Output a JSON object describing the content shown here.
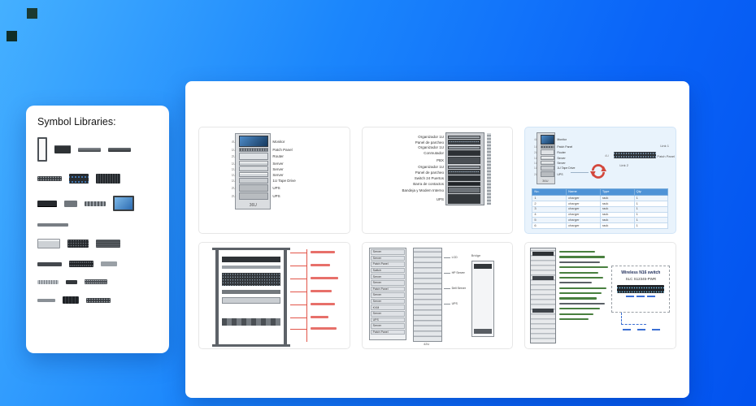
{
  "colors": {
    "bg_from": "#45b0ff",
    "bg_to": "#0252ee",
    "panel_white": "#ffffff",
    "accent_red": "#d3473c",
    "table_header_blue": "#4f93d6",
    "card_network_bg": "#e9f3fc",
    "annotation_red": "#e25549",
    "note_green": "#49803f",
    "link_blue": "#3b6fd4",
    "corner_artifact_1": "#1b3a32",
    "corner_artifact_2": "#102e28"
  },
  "symbol_panel": {
    "title": "Symbol Libraries:",
    "rows": [
      [
        {
          "type": "rack-frame"
        },
        {
          "type": "server-sm"
        },
        {
          "type": "shelf-a"
        },
        {
          "type": "shelf-b"
        }
      ],
      [
        {
          "type": "patch-panel"
        },
        {
          "type": "switch"
        },
        {
          "type": "blade-server"
        }
      ],
      [
        {
          "type": "server-1u"
        },
        {
          "type": "kvm"
        },
        {
          "type": "cable-organizer"
        },
        {
          "type": "monitor"
        }
      ],
      [
        {
          "type": "rail-long"
        }
      ],
      [
        {
          "type": "server-2u"
        },
        {
          "type": "pdu"
        },
        {
          "type": "vented-panel"
        }
      ],
      [
        {
          "type": "patch-thin"
        },
        {
          "type": "switch-wide"
        },
        {
          "type": "blank-panel"
        }
      ],
      [
        {
          "type": "cable-tray"
        },
        {
          "type": "power-strip"
        },
        {
          "type": "perforated-panel"
        }
      ],
      [
        {
          "type": "rail-thin"
        },
        {
          "type": "tape-library"
        },
        {
          "type": "patch-panel"
        }
      ]
    ]
  },
  "cards": {
    "rack_basic": {
      "caption": "36U",
      "devices": [
        {
          "u": "4U",
          "label": "Monitor",
          "kind": "monitor"
        },
        {
          "u": "1U",
          "label": "Patch Panel",
          "kind": "patch"
        },
        {
          "u": "2U",
          "label": "Router",
          "kind": "router"
        },
        {
          "u": "1U",
          "label": "Server",
          "kind": "server"
        },
        {
          "u": "1U",
          "label": "Server",
          "kind": "server"
        },
        {
          "u": "1U",
          "label": "Server",
          "kind": "server"
        },
        {
          "u": "1U",
          "label": "1U Tape Drive",
          "kind": "tape"
        },
        {
          "u": "2U",
          "label": "UPS",
          "kind": "ups"
        },
        {
          "u": "2U",
          "label": "UPS",
          "kind": "ups"
        }
      ]
    },
    "rack_spanish": {
      "devices": [
        {
          "label": "Organizador 1U",
          "kind": "organizer"
        },
        {
          "label": "Panel de parcheo",
          "kind": "patch"
        },
        {
          "label": "Organizador 1U",
          "kind": "organizer"
        },
        {
          "label": "Conmutador",
          "kind": "switch"
        },
        {
          "label": "PBX",
          "kind": "server"
        },
        {
          "label": "Organizador 1U",
          "kind": "organizer"
        },
        {
          "label": "Panel de parcheo",
          "kind": "patch"
        },
        {
          "label": "Switch 24 Puertos",
          "kind": "switch"
        },
        {
          "label": "Barra de contactos",
          "kind": "pdu"
        },
        {
          "label": "Bandeja y Modem Interno",
          "kind": "shelf"
        },
        {
          "label": "UPS",
          "kind": "ups"
        }
      ]
    },
    "rack_network": {
      "rack_caption": "36U",
      "link1": "Link 1",
      "link2": "Link 2",
      "patch_label": "Patch Panel",
      "panel_u": "4U",
      "devices": [
        {
          "u": "4U",
          "label": "Monitor",
          "kind": "monitor"
        },
        {
          "u": "1U",
          "label": "Patch Panel",
          "kind": "patch"
        },
        {
          "u": "2U",
          "label": "Router",
          "kind": "router"
        },
        {
          "u": "1U",
          "label": "Server",
          "kind": "server"
        },
        {
          "u": "1U",
          "label": "Server",
          "kind": "server"
        },
        {
          "u": "1U",
          "label": "1U Tape Drive",
          "kind": "tape"
        },
        {
          "u": "2U",
          "label": "UPS",
          "kind": "ups"
        }
      ],
      "table": {
        "headers": [
          "No.",
          "Name",
          "Type",
          "Qty"
        ],
        "rows": [
          [
            "1",
            "charger",
            "rack",
            "1"
          ],
          [
            "2",
            "charger",
            "rack",
            "1"
          ],
          [
            "3",
            "charger",
            "rack",
            "1"
          ],
          [
            "4",
            "charger",
            "rack",
            "1"
          ],
          [
            "5",
            "charger",
            "rack",
            "1"
          ],
          [
            "6",
            "charger",
            "rack",
            "1"
          ]
        ]
      }
    },
    "rack_multi": {
      "rackA_labels": [
        {
          "label": "Server"
        },
        {
          "label": "Server"
        },
        {
          "label": "Patch Panel"
        },
        {
          "label": "Switch"
        },
        {
          "label": "Server"
        },
        {
          "label": "Server"
        },
        {
          "label": "Patch Panel"
        },
        {
          "label": "Server"
        },
        {
          "label": "Server"
        },
        {
          "label": "KVM"
        },
        {
          "label": "Server"
        },
        {
          "label": "UPS"
        },
        {
          "label": "Server"
        },
        {
          "label": "Patch Panel"
        }
      ],
      "rackB_labels": [
        {
          "label": "LCD"
        },
        {
          "label": "HP Server"
        },
        {
          "label": "Dell Server"
        },
        {
          "label": "UPS"
        }
      ],
      "rackC_label": "Bridge",
      "caption": "42U"
    },
    "rack_wireless": {
      "annotation_title": "Wireless N16 switch",
      "annotation_subtitle": "SLC S12345-PWR"
    }
  }
}
